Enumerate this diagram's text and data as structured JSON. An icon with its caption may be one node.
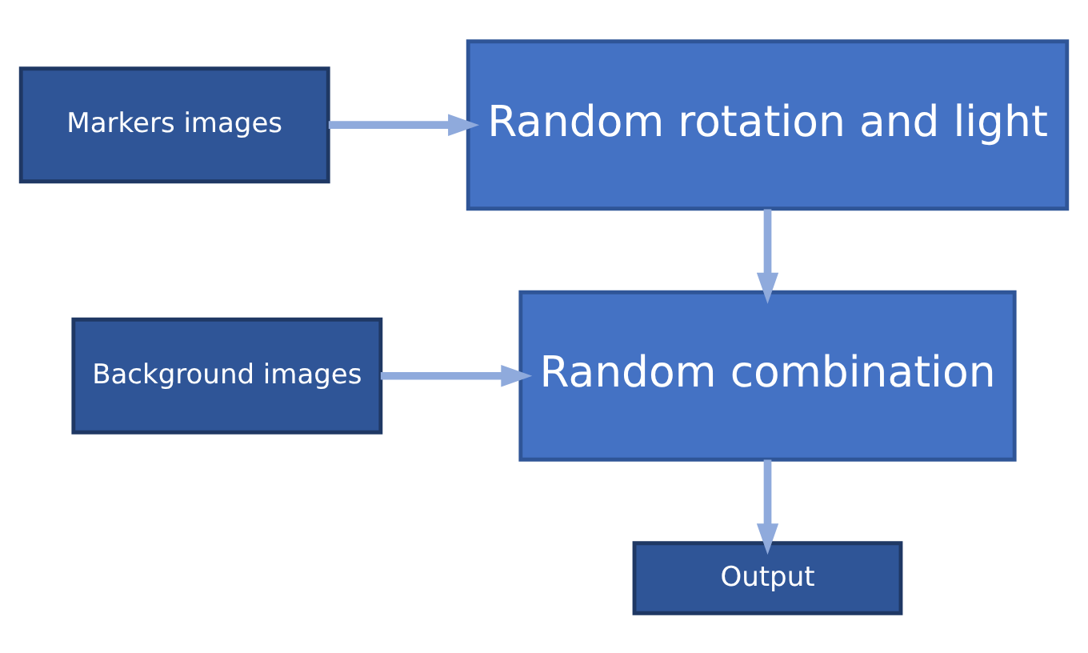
{
  "diagram": {
    "nodes": [
      {
        "text": [
          "Markers images"
        ]
      },
      {
        "text": [
          "Random rotation and light"
        ]
      },
      {
        "text": [
          "Background images"
        ]
      },
      {
        "text": [
          "Random combination"
        ]
      },
      {
        "text": [
          "Output"
        ]
      }
    ],
    "edges": [
      {
        "from": 0,
        "to": 1,
        "arrow": "to"
      },
      {
        "from": 1,
        "to": 3,
        "arrow": "to"
      },
      {
        "from": 2,
        "to": 3,
        "arrow": "to"
      },
      {
        "from": 3,
        "to": 4,
        "arrow": "to"
      }
    ]
  }
}
